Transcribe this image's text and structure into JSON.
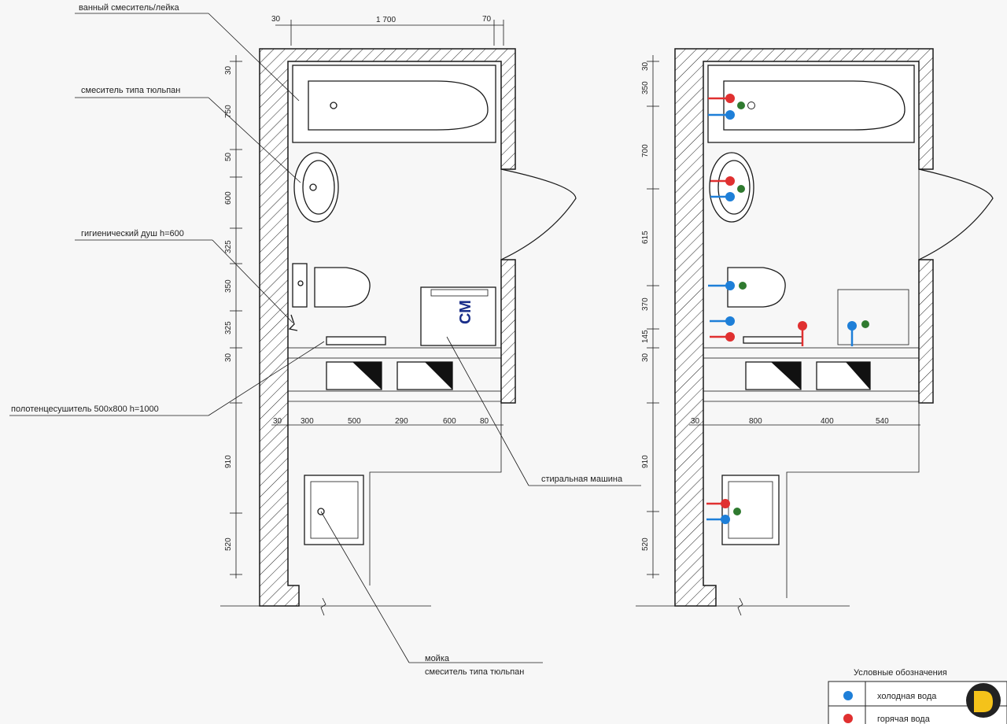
{
  "left_plan": {
    "callouts": {
      "bath_mixer": "ванный смеситель/лейка",
      "tulip_mixer": "смеситель типа тюльпан",
      "hygienic_shower": "гигиенический душ h=600",
      "towel_dryer": "полотенцесушитель 500х800 h=1000",
      "washing_machine": "стиральная машина",
      "sink_line1": "мойка",
      "sink_line2": "смеситель типа тюльпан"
    },
    "machine_label": "СМ",
    "top_dims": [
      "30",
      "1 700",
      "70"
    ],
    "left_dims": [
      "30",
      "750",
      "50",
      "600",
      "325",
      "350",
      "325",
      "30",
      "910",
      "520"
    ],
    "bottom_dims": [
      "30",
      "300",
      "500",
      "290",
      "600",
      "80"
    ]
  },
  "right_plan": {
    "left_dims": [
      "30",
      "350",
      "700",
      "615",
      "370",
      "145",
      "30",
      "910",
      "520"
    ],
    "bottom_dims": [
      "30",
      "800",
      "400",
      "540"
    ]
  },
  "legend": {
    "title": "Условные обозначения",
    "items": [
      {
        "label": "холодная вода",
        "color": "#1e7fd8"
      },
      {
        "label": "горячая вода",
        "color": "#e03030"
      }
    ]
  },
  "colors": {
    "cold": "#1e7fd8",
    "hot": "#e03030",
    "drain": "#2f7a2f"
  }
}
